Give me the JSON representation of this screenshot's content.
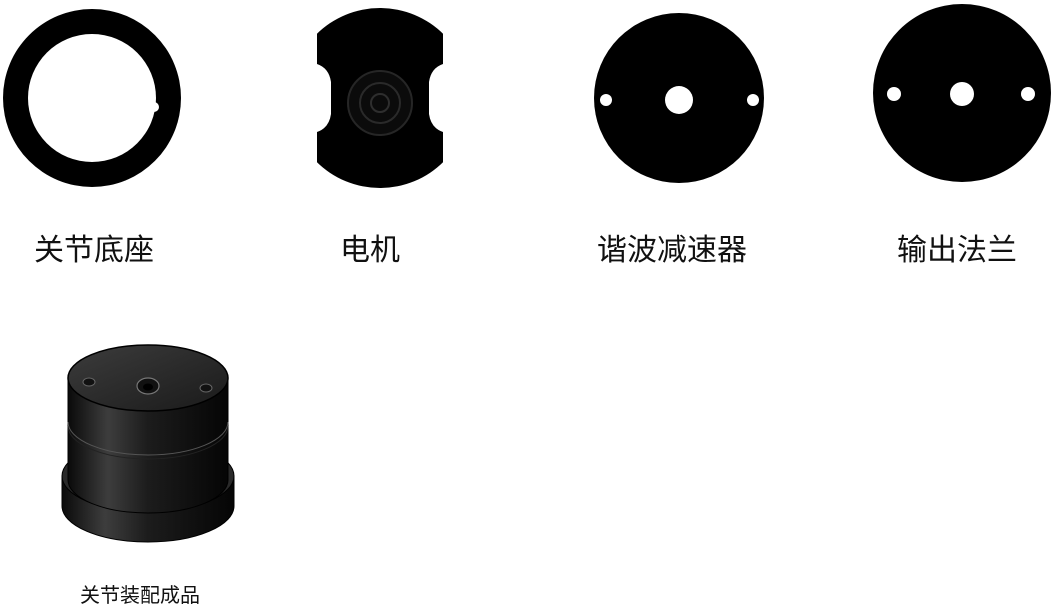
{
  "parts": [
    {
      "id": "joint-base",
      "label": "关节底座"
    },
    {
      "id": "motor",
      "label": "电机"
    },
    {
      "id": "harmonic-reducer",
      "label": "谐波减速器"
    },
    {
      "id": "output-flange",
      "label": "输出法兰"
    }
  ],
  "assembly": {
    "label": "关节装配成品"
  },
  "colors": {
    "part_fill": "#000000",
    "background": "#ffffff",
    "text": "#111111"
  }
}
